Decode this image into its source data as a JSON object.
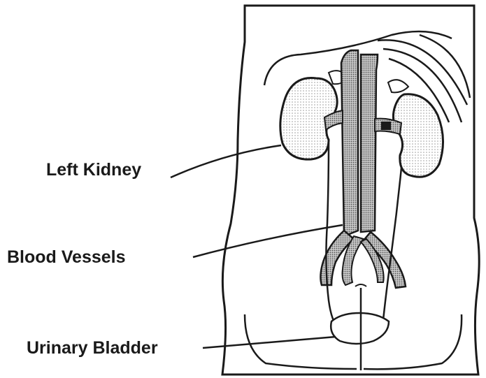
{
  "labels": {
    "kidney": "Left Kidney",
    "vessels": "Blood Vessels",
    "bladder": "Urinary Bladder"
  },
  "colors": {
    "ink": "#1a1a1a",
    "stipple": "#bdbdbd",
    "vessel_shade": "#8a8a8a",
    "background": "#ffffff"
  }
}
